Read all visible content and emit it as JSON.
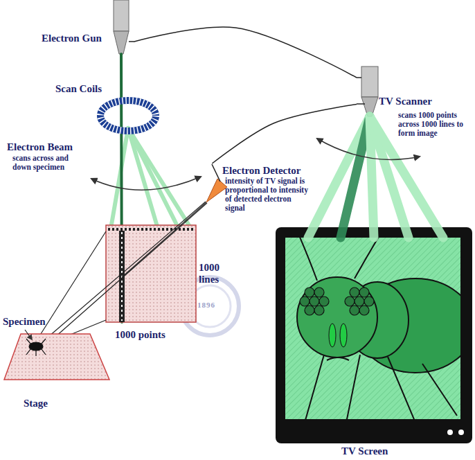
{
  "diagram": {
    "nodes": [
      {
        "text": [
          "Electron Gun"
        ]
      },
      {
        "text": [
          "Scan Coils"
        ]
      },
      {
        "text": [
          "Electron Detector",
          "intensity of TV signal is proportional to intensity of detected electron signal"
        ]
      },
      {
        "text": [
          "TV Scanner",
          "scans 1000 points across 1000 lines to form image"
        ]
      },
      {
        "text": [
          "TV Screen"
        ]
      },
      {
        "text": [
          "Stage"
        ]
      }
    ],
    "edges": [
      {
        "from": 0,
        "to": 3,
        "arrow": "none"
      },
      {
        "from": 2,
        "to": 3,
        "arrow": "none"
      }
    ],
    "labels": [
      "Electron Beam",
      "scans across and down specimen",
      "1000 lines",
      "1000 points",
      "Specimen",
      "1896"
    ]
  }
}
